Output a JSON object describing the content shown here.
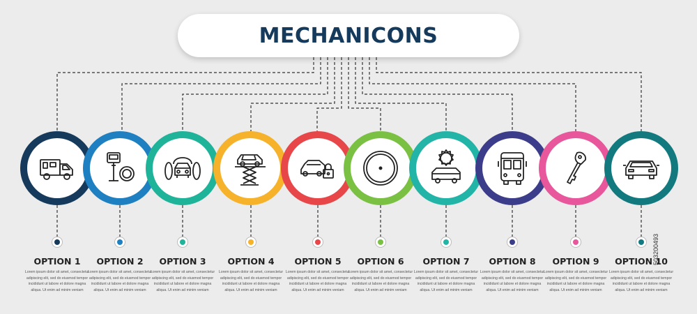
{
  "title": "MECHANICONS",
  "side_text": "503200493",
  "options": [
    {
      "label": "OPTION 1",
      "icon": "delivery-truck-icon",
      "color": "#153a5b",
      "desc": "Lorem ipsum dolor sit amet, consectetur adipiscing elit, sed do eiusmod tempor incididunt ut labore et dolore magna aliqua. Ut enim ad minim veniam"
    },
    {
      "label": "OPTION 2",
      "icon": "wheel-balancer-icon",
      "color": "#1e7fc1",
      "desc": "Lorem ipsum dolor sit amet, consectetur adipiscing elit, sed do eiusmod tempor incididunt ut labore et dolore magna aliqua. Ut enim ad minim veniam"
    },
    {
      "label": "OPTION 3",
      "icon": "car-tires-icon",
      "color": "#1fb39a",
      "desc": "Lorem ipsum dolor sit amet, consectetur adipiscing elit, sed do eiusmod tempor incididunt ut labore et dolore magna aliqua. Ut enim ad minim veniam"
    },
    {
      "label": "OPTION 4",
      "icon": "car-lift-icon",
      "color": "#f5b22a",
      "desc": "Lorem ipsum dolor sit amet, consectetur adipiscing elit, sed do eiusmod tempor incididunt ut labore et dolore magna aliqua. Ut enim ad minim veniam"
    },
    {
      "label": "OPTION 5",
      "icon": "car-lock-icon",
      "color": "#e8474a",
      "desc": "Lorem ipsum dolor sit amet, consectetur adipiscing elit, sed do eiusmod tempor incididunt ut labore et dolore magna aliqua. Ut enim ad minim veniam"
    },
    {
      "label": "OPTION 6",
      "icon": "tire-icon",
      "color": "#7ac143",
      "desc": "Lorem ipsum dolor sit amet, consectetur adipiscing elit, sed do eiusmod tempor incididunt ut labore et dolore magna aliqua. Ut enim ad minim veniam"
    },
    {
      "label": "OPTION 7",
      "icon": "car-service-badge-icon",
      "color": "#23b4a8",
      "desc": "Lorem ipsum dolor sit amet, consectetur adipiscing elit, sed do eiusmod tempor incididunt ut labore et dolore magna aliqua. Ut enim ad minim veniam"
    },
    {
      "label": "OPTION 8",
      "icon": "bus-icon",
      "color": "#3b3d8a",
      "desc": "Lorem ipsum dolor sit amet, consectetur adipiscing elit, sed do eiusmod tempor incididunt ut labore et dolore magna aliqua. Ut enim ad minim veniam"
    },
    {
      "label": "OPTION 9",
      "icon": "car-key-icon",
      "color": "#e8569b",
      "desc": "Lorem ipsum dolor sit amet, consectetur adipiscing elit, sed do eiusmod tempor incididunt ut labore et dolore magna aliqua. Ut enim ad minim veniam"
    },
    {
      "label": "OPTION 10",
      "icon": "car-front-icon",
      "color": "#127a7e",
      "desc": "Lorem ipsum dolor sit amet, consectetur adipiscing elit, sed do eiusmod tempor incididunt ut labore et dolore magna aliqua. Ut enim ad minim veniam"
    }
  ]
}
